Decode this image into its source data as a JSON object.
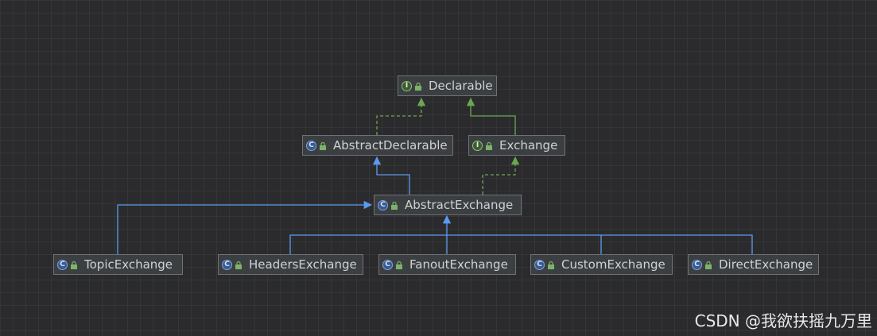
{
  "diagram": {
    "nodes": [
      {
        "id": "declarable",
        "kind": "interface",
        "kind_letter": "I",
        "label": "Declarable"
      },
      {
        "id": "abstract-declarable",
        "kind": "class",
        "kind_letter": "C",
        "label": "AbstractDeclarable"
      },
      {
        "id": "exchange",
        "kind": "interface",
        "kind_letter": "I",
        "label": "Exchange"
      },
      {
        "id": "abstract-exchange",
        "kind": "class",
        "kind_letter": "C",
        "label": "AbstractExchange"
      },
      {
        "id": "topic-exchange",
        "kind": "class",
        "kind_letter": "C",
        "label": "TopicExchange"
      },
      {
        "id": "headers-exchange",
        "kind": "class",
        "kind_letter": "C",
        "label": "HeadersExchange"
      },
      {
        "id": "fanout-exchange",
        "kind": "class",
        "kind_letter": "C",
        "label": "FanoutExchange"
      },
      {
        "id": "custom-exchange",
        "kind": "class",
        "kind_letter": "C",
        "label": "CustomExchange"
      },
      {
        "id": "direct-exchange",
        "kind": "class",
        "kind_letter": "C",
        "label": "DirectExchange"
      }
    ],
    "relations": [
      {
        "from": "abstract-declarable",
        "to": "declarable",
        "type": "implements"
      },
      {
        "from": "exchange",
        "to": "declarable",
        "type": "extends-interface"
      },
      {
        "from": "abstract-exchange",
        "to": "abstract-declarable",
        "type": "extends"
      },
      {
        "from": "abstract-exchange",
        "to": "exchange",
        "type": "implements"
      },
      {
        "from": "topic-exchange",
        "to": "abstract-exchange",
        "type": "extends"
      },
      {
        "from": "headers-exchange",
        "to": "abstract-exchange",
        "type": "extends"
      },
      {
        "from": "fanout-exchange",
        "to": "abstract-exchange",
        "type": "extends"
      },
      {
        "from": "custom-exchange",
        "to": "abstract-exchange",
        "type": "extends"
      },
      {
        "from": "direct-exchange",
        "to": "abstract-exchange",
        "type": "extends"
      }
    ]
  },
  "colors": {
    "background": "#2b2b2d",
    "node_fill": "#3c3f41",
    "node_border": "#6e7176",
    "class_edge": "#5a9bf0",
    "interface_edge": "#6aa84f",
    "text": "#cfd1d4"
  },
  "watermark": "CSDN @我欲扶摇九万里"
}
